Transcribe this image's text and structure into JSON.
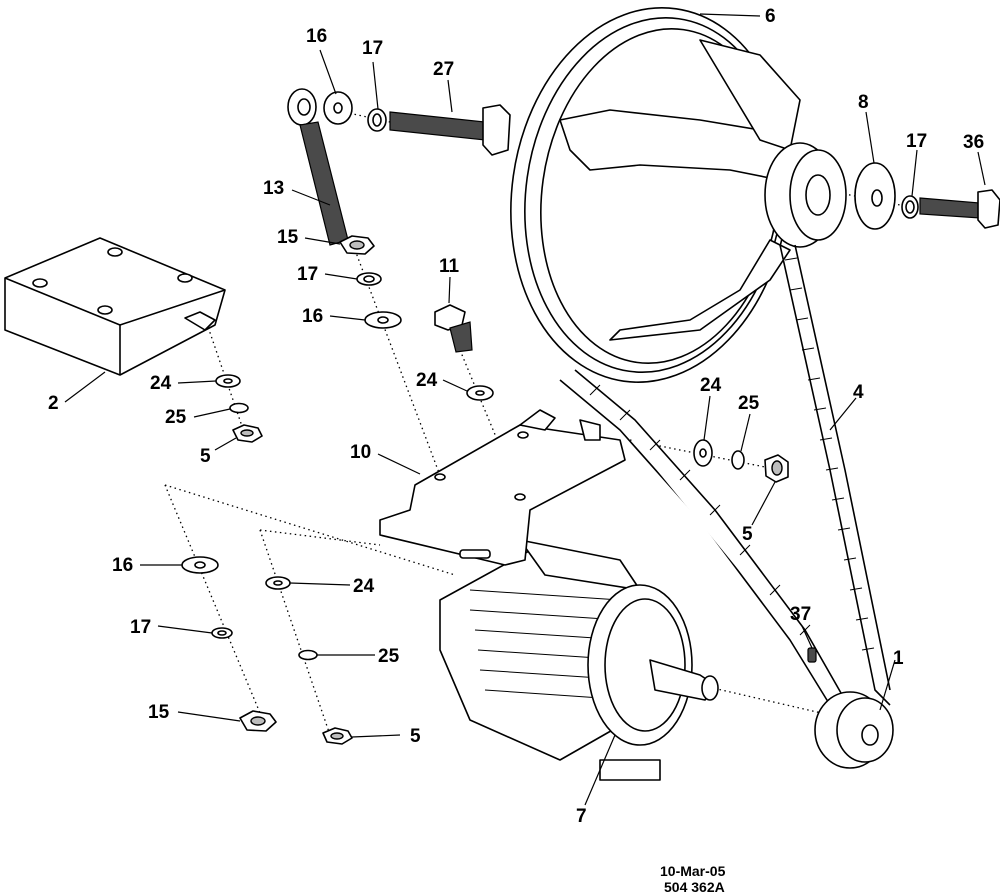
{
  "callouts": {
    "c16a": "16",
    "c17a": "17",
    "c27": "27",
    "c6": "6",
    "c8": "8",
    "c17b": "17",
    "c36": "36",
    "c13": "13",
    "c15a": "15",
    "c17c": "17",
    "c16b": "16",
    "c11": "11",
    "c24a": "24",
    "c2": "2",
    "c24b": "24",
    "c25a": "25",
    "c5a": "5",
    "c24c": "24",
    "c25b": "25",
    "c4": "4",
    "c10": "10",
    "c5b": "5",
    "c16c": "16",
    "c24d": "24",
    "c17d": "17",
    "c37": "37",
    "c25c": "25",
    "c1": "1",
    "c15b": "15",
    "c5c": "5",
    "c7": "7"
  },
  "footer": {
    "date": "10-Mar-05",
    "drawing_number": "504 362A"
  }
}
